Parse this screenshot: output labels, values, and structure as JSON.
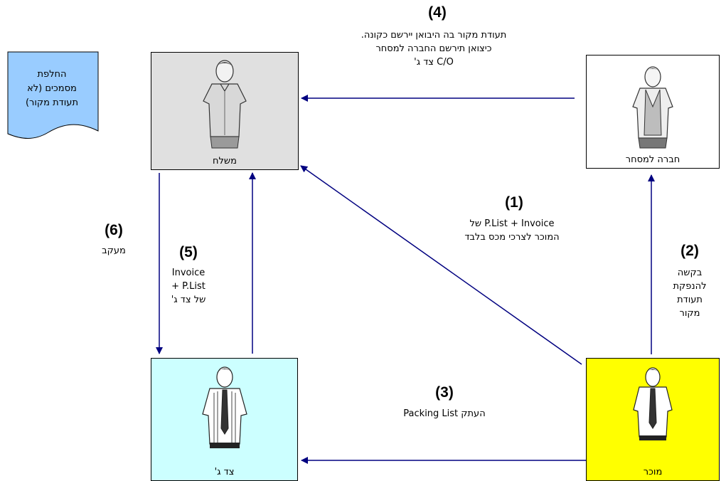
{
  "colors": {
    "shipper_bg": "#e0e0e0",
    "trade_company_bg": "#ffffff",
    "third_party_bg": "#ccffff",
    "seller_bg": "#ffff00",
    "document_bg": "#99ccff",
    "arrow": "#000080"
  },
  "entities": {
    "shipper": {
      "label": "משלח",
      "icon": "man-short-sleeve-icon"
    },
    "trade_company": {
      "label": "חברה למסחר",
      "icon": "man-vest-icon"
    },
    "third_party": {
      "label": "צד ג'",
      "icon": "man-striped-shirt-icon"
    },
    "seller": {
      "label": "מוכר",
      "icon": "man-tie-icon"
    }
  },
  "document_note": {
    "icon": "document-icon",
    "lines": [
      "החלפת",
      "מסמכים (לא",
      "תעודת מקור)"
    ]
  },
  "steps": {
    "s1": {
      "number": "(1)",
      "lines": [
        "P.List + Invoice של",
        "המוכר לצרכי מכס בלבד"
      ]
    },
    "s2": {
      "number": "(2)",
      "lines": [
        "בקשה",
        "להנפקת",
        "תעודת",
        "מקור"
      ]
    },
    "s3": {
      "number": "(3)",
      "lines": [
        "העתק Packing List"
      ]
    },
    "s4": {
      "number": "(4)",
      "lines": [
        "תעודת מקור בה היבואן יירשם כקונה.",
        "כיצואן תירשם החברה למסחר",
        "C/O צד ג'"
      ]
    },
    "s5": {
      "number": "(5)",
      "lines": [
        "Invoice",
        "P.List +",
        "של צד ג'"
      ]
    },
    "s6": {
      "number": "(6)",
      "lines": [
        "מעקב"
      ]
    }
  }
}
